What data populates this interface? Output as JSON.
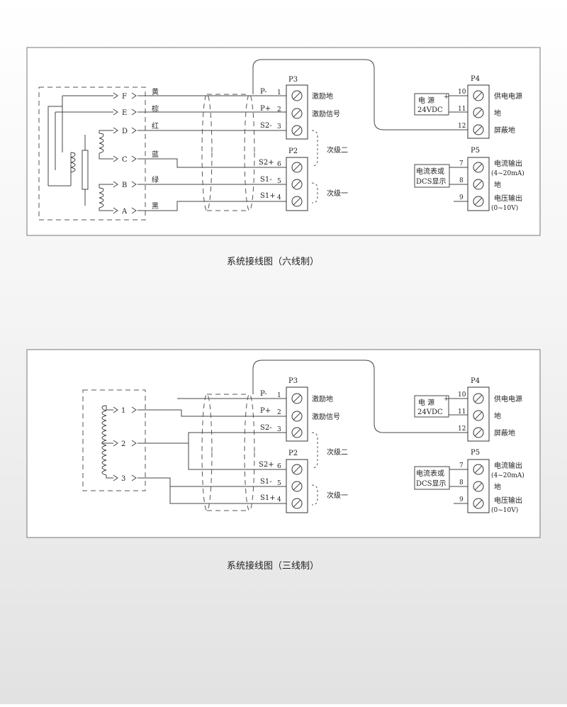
{
  "diagram1": {
    "caption": "系统接线图（六线制）",
    "leads": [
      "F",
      "E",
      "D",
      "C",
      "B",
      "A"
    ],
    "colors": [
      "黄",
      "棕",
      "红",
      "蓝",
      "绿",
      "黑"
    ]
  },
  "diagram2": {
    "caption": "系统接线图（三线制）",
    "leads": [
      "1",
      "2",
      "3"
    ]
  },
  "p3": {
    "name": "P3",
    "pins": [
      {
        "sig": "P-",
        "num": "1",
        "desc": "激励地"
      },
      {
        "sig": "P+",
        "num": "2",
        "desc": "激励信号"
      },
      {
        "sig": "S2-",
        "num": "3"
      }
    ]
  },
  "p2": {
    "name": "P2",
    "pins": [
      {
        "sig": "S2+",
        "num": "6"
      },
      {
        "sig": "S1-",
        "num": "5"
      },
      {
        "sig": "S1+",
        "num": "4"
      }
    ]
  },
  "secondary2": "次级二",
  "secondary1": "次级一",
  "p4": {
    "name": "P4",
    "pins": [
      {
        "num": "10",
        "desc": "供电电源"
      },
      {
        "num": "11",
        "desc": "地"
      },
      {
        "num": "12",
        "desc": "屏蔽地"
      }
    ]
  },
  "p5": {
    "name": "P5",
    "pins": [
      {
        "num": "7",
        "desc": "电流输出",
        "sub": "(4~20mA)"
      },
      {
        "num": "8",
        "desc": "地"
      },
      {
        "num": "9",
        "desc": "电压输出",
        "sub": "(0~10V)"
      }
    ]
  },
  "power_box": {
    "line1": "电 源",
    "line2": "24VDC",
    "plus": "+",
    "minus": "_"
  },
  "meter_box": {
    "line1": "电流表或",
    "line2": "DCS显示"
  }
}
